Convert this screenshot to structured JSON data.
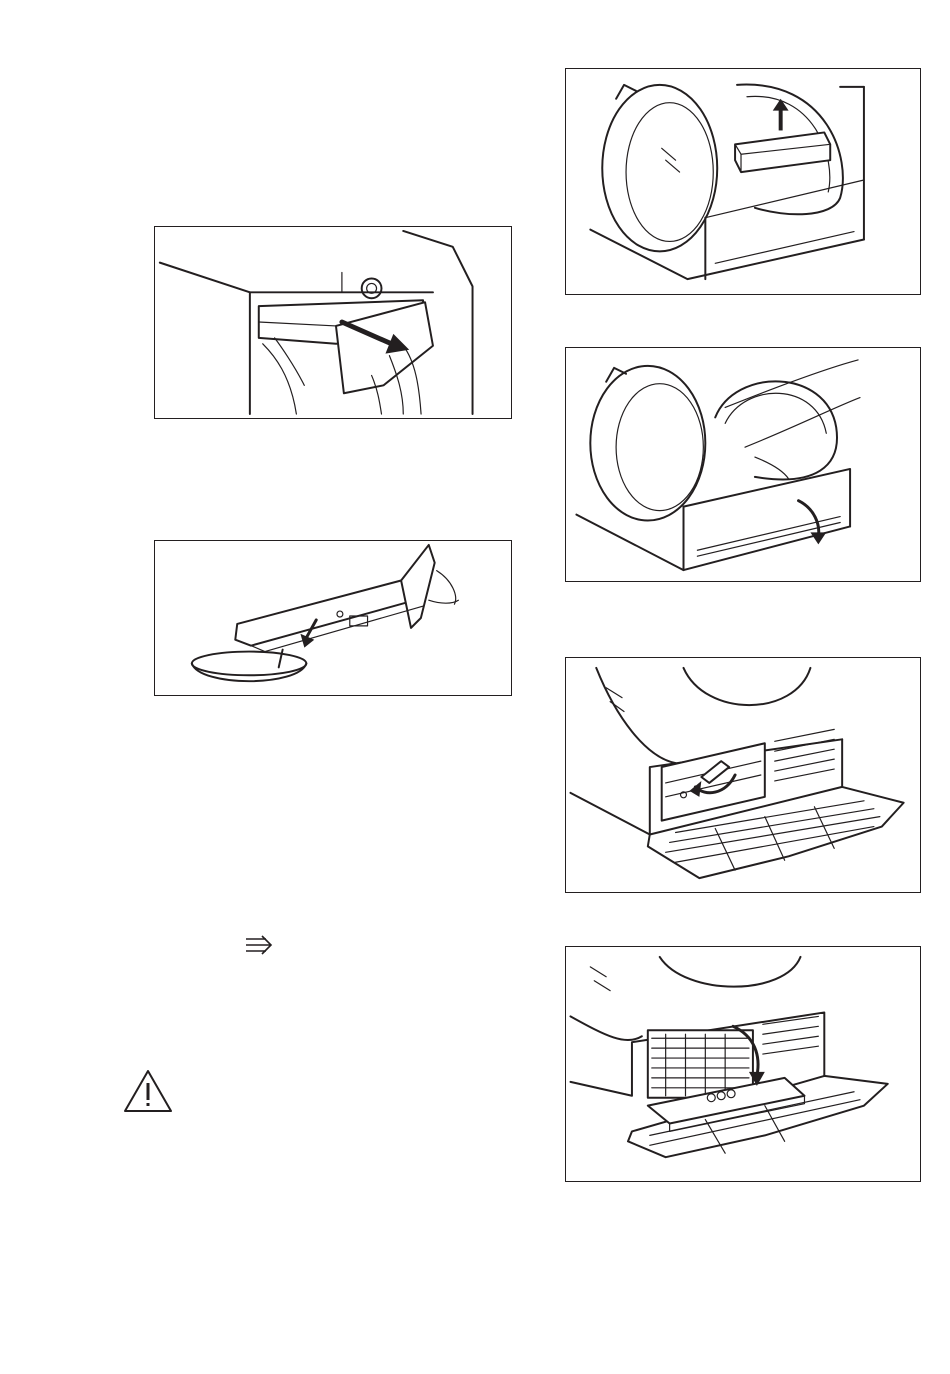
{
  "page": {
    "title": "",
    "text": ""
  },
  "figures": {
    "drawer_pull": {
      "icon": "water-container-pull-out-illustration"
    },
    "drawer_empty": {
      "icon": "water-container-emptying-illustration"
    },
    "door_filter": {
      "icon": "door-filter-removal-illustration"
    },
    "plinth_open": {
      "icon": "plinth-door-open-illustration"
    },
    "lever_turn": {
      "icon": "condenser-lever-turn-illustration"
    },
    "filter_remove": {
      "icon": "base-filter-removal-illustration"
    }
  },
  "symbols": {
    "condenser": {
      "icon": "condenser-cleaning-icon"
    },
    "warning": {
      "icon": "warning-triangle-icon",
      "color": "#231f20"
    }
  }
}
